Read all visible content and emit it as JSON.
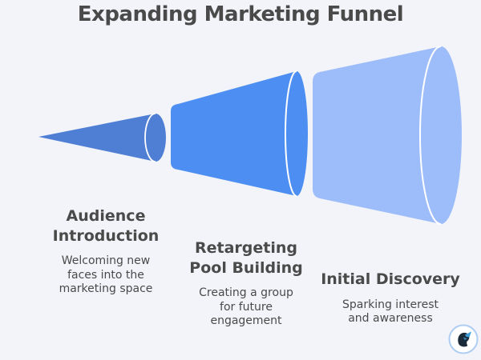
{
  "title": "Expanding Marketing Funnel",
  "colors": {
    "background": "#f2f4f9",
    "text": "#4a4a4a",
    "divider": "#ffffff",
    "logo_background": "#ffffff",
    "logo_border": "#aecdf2",
    "logo_dark": "#1b2a38",
    "logo_accent": "#3d9ad6"
  },
  "stages": [
    {
      "name": "Audience Introduction",
      "description": "Welcoming new faces into the marketing space",
      "color": "#4f7fd5"
    },
    {
      "name": "Retargeting Pool Building",
      "description": "Creating a group for future engagement",
      "color": "#4d8ef3"
    },
    {
      "name": "Initial Discovery",
      "description": "Sparking interest and awareness",
      "color": "#9dbdfa"
    }
  ]
}
